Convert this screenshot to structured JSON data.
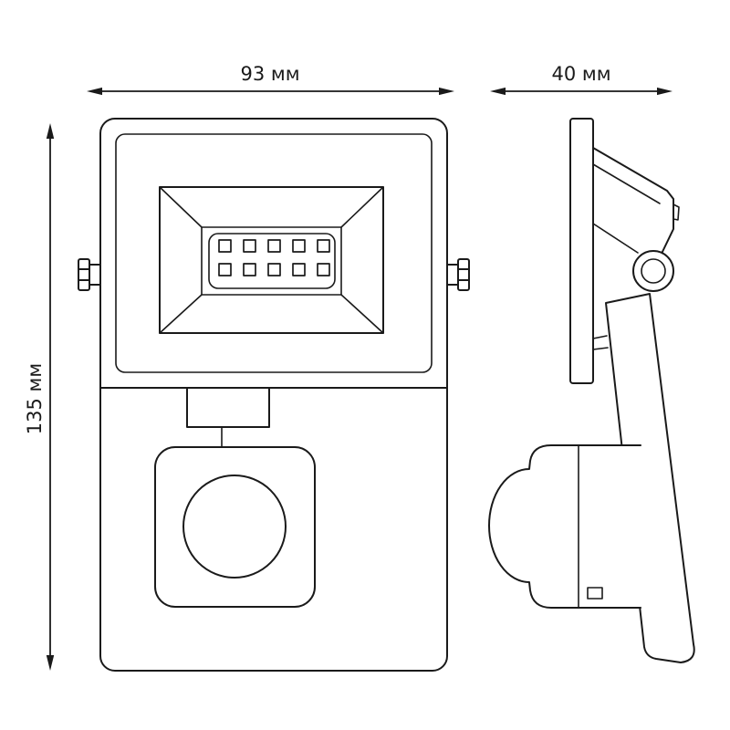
{
  "dimensions": {
    "width": "93 мм",
    "depth": "40 мм",
    "height": "135 мм"
  },
  "led_grid": {
    "rows": 2,
    "cols": 5
  },
  "colors": {
    "line": "#1a1a1a",
    "background": "#ffffff"
  }
}
